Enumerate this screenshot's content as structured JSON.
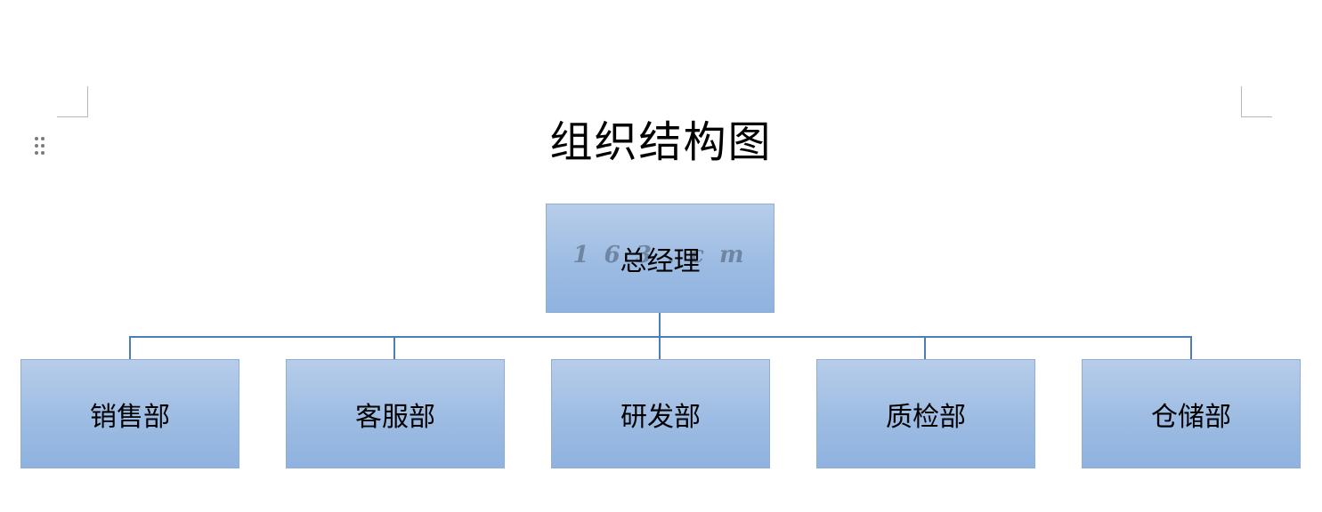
{
  "title": "组织结构图",
  "watermark": "1 6 3 . c m",
  "root": {
    "label": "总经理"
  },
  "departments": [
    {
      "label": "销售部"
    },
    {
      "label": "客服部"
    },
    {
      "label": "研发部"
    },
    {
      "label": "质检部"
    },
    {
      "label": "仓储部"
    }
  ],
  "colors": {
    "box_fill": "#9dbce3",
    "box_border": "#8eaed8",
    "connector": "#4a7eb5"
  }
}
